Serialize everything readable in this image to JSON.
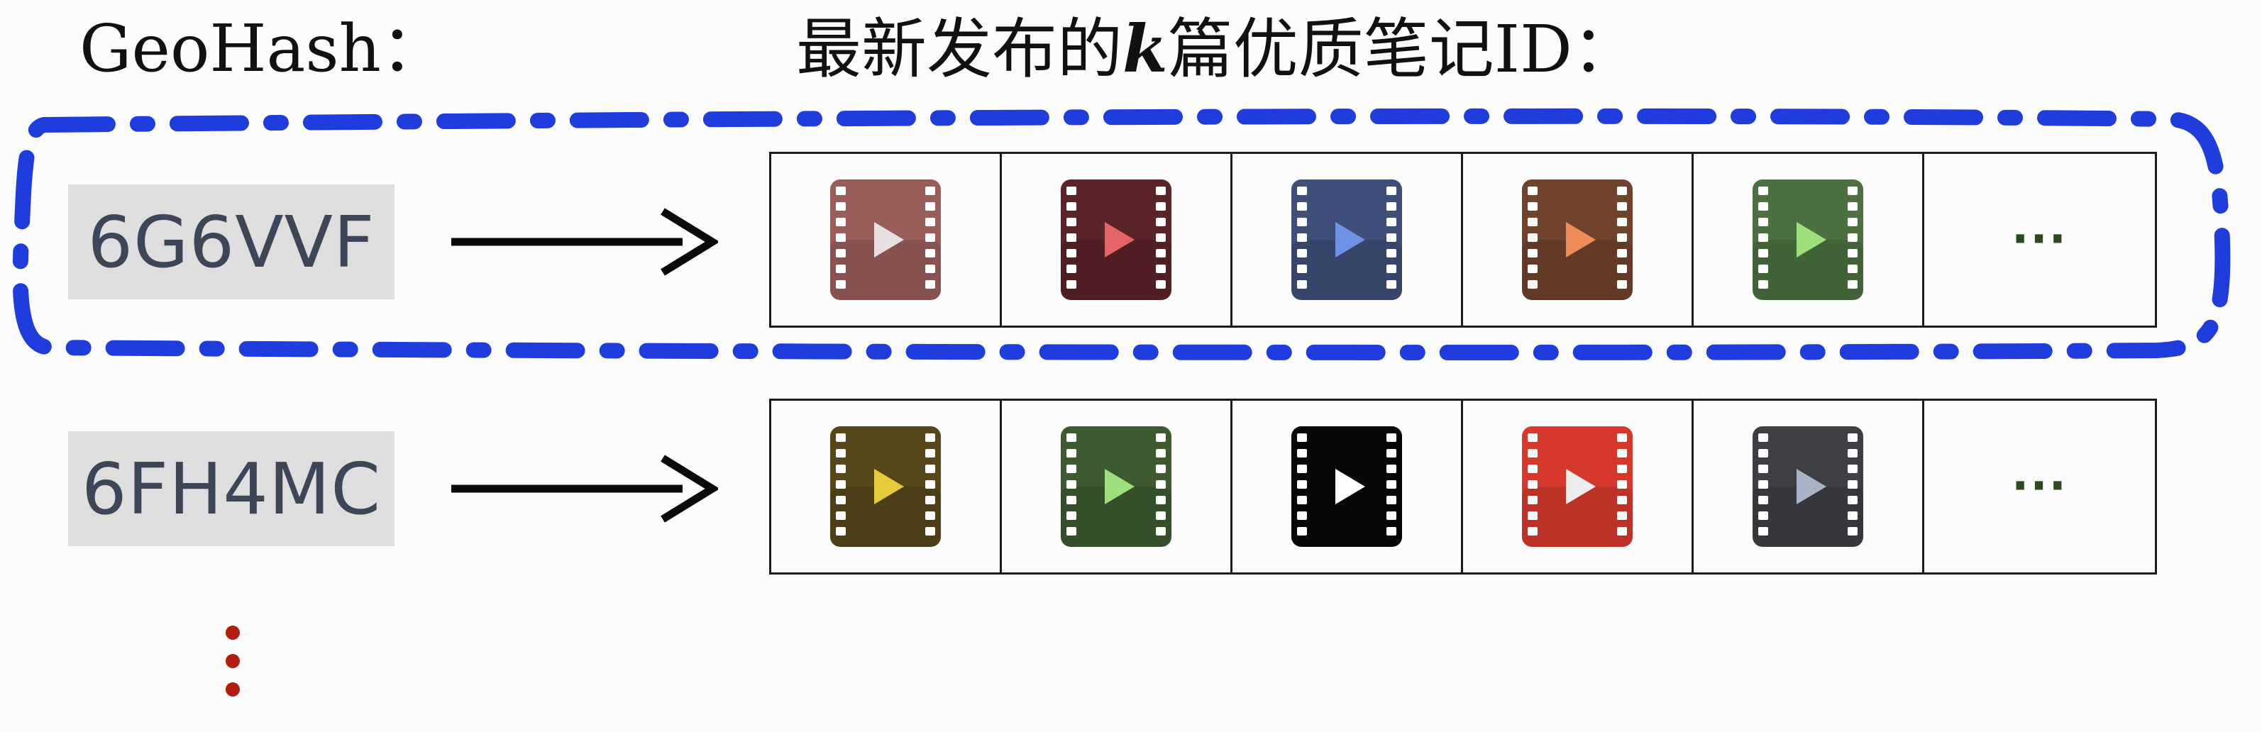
{
  "header": {
    "geohash_label": "GeoHash：",
    "notes_label_prefix": "最新发布的",
    "notes_label_k": "k",
    "notes_label_suffix": "篇优质笔记ID："
  },
  "colors": {
    "highlight_outline": "#1f3cdc",
    "key_background": "#dedede",
    "key_text": "#3d4656",
    "row_more_dots": "#2f4a1e",
    "vertical_ellipsis": "#b21e12"
  },
  "rows": [
    {
      "geohash": "6G6VVF",
      "highlighted": true,
      "notes": [
        {
          "icon": "film-play-icon",
          "body": "#9a5e5a",
          "play": "#e8e0e0"
        },
        {
          "icon": "film-play-icon",
          "body": "#5a2428",
          "play": "#e46468"
        },
        {
          "icon": "film-play-icon",
          "body": "#3f4f7a",
          "play": "#6f93e4"
        },
        {
          "icon": "film-play-icon",
          "body": "#70432c",
          "play": "#ee8c58"
        },
        {
          "icon": "film-play-icon",
          "body": "#4c7040",
          "play": "#9fe07e"
        }
      ],
      "more": "···"
    },
    {
      "geohash": "6FH4MC",
      "highlighted": false,
      "notes": [
        {
          "icon": "film-play-icon",
          "body": "#57481c",
          "play": "#e6ca3a"
        },
        {
          "icon": "film-play-icon",
          "body": "#3d5a30",
          "play": "#9fe07e"
        },
        {
          "icon": "film-play-icon",
          "body": "#070707",
          "play": "#ffffff"
        },
        {
          "icon": "film-play-icon",
          "body": "#d6392c",
          "play": "#ededed"
        },
        {
          "icon": "film-play-icon",
          "body": "#3d3f44",
          "play": "#a9b3c6"
        }
      ],
      "more": "···"
    }
  ]
}
